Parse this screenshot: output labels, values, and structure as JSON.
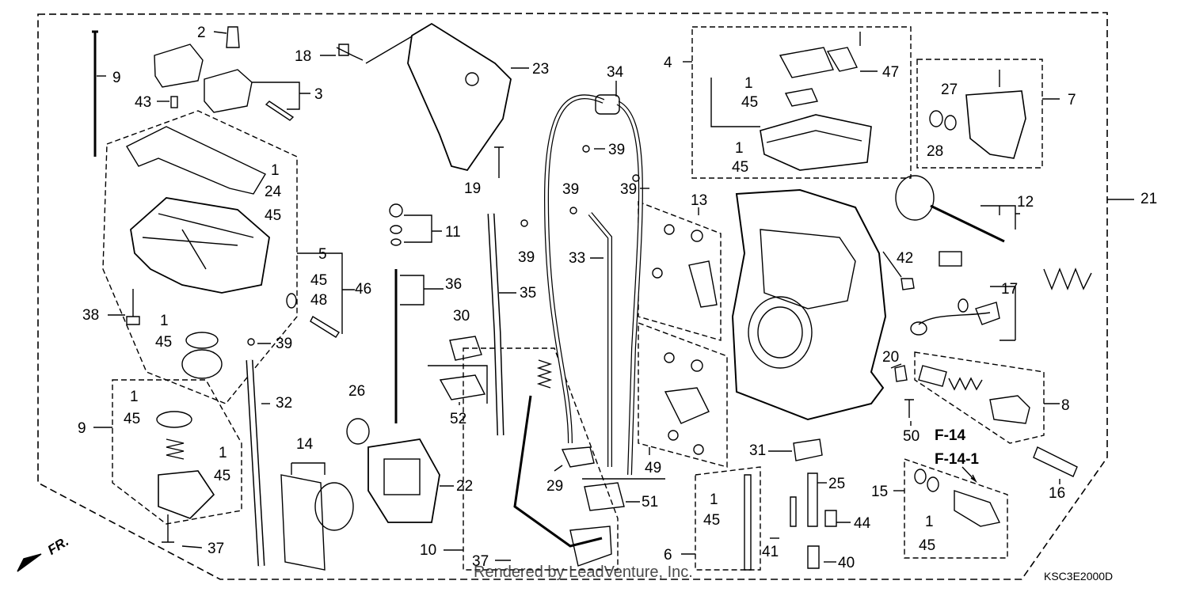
{
  "diagram": {
    "watermark": "Rendered by LeadVenture, Inc.",
    "code": "KSC3E2000D",
    "direction": "FR.",
    "figure_refs": [
      "F-14",
      "F-14-1"
    ],
    "callouts": [
      {
        "id": "c1",
        "text": "2"
      },
      {
        "id": "c2",
        "text": "9"
      },
      {
        "id": "c3",
        "text": "43"
      },
      {
        "id": "c4",
        "text": "3"
      },
      {
        "id": "c5",
        "text": "18"
      },
      {
        "id": "c6",
        "text": "23"
      },
      {
        "id": "c7",
        "text": "34"
      },
      {
        "id": "c8",
        "text": "4"
      },
      {
        "id": "c9",
        "text": "1"
      },
      {
        "id": "c10",
        "text": "45"
      },
      {
        "id": "c11",
        "text": "47"
      },
      {
        "id": "c12",
        "text": "7"
      },
      {
        "id": "c13",
        "text": "27"
      },
      {
        "id": "c14",
        "text": "28"
      },
      {
        "id": "c15",
        "text": "1"
      },
      {
        "id": "c16",
        "text": "45"
      },
      {
        "id": "c17",
        "text": "39"
      },
      {
        "id": "c18",
        "text": "1"
      },
      {
        "id": "c19",
        "text": "24"
      },
      {
        "id": "c20",
        "text": "45"
      },
      {
        "id": "c21",
        "text": "19"
      },
      {
        "id": "c22",
        "text": "39"
      },
      {
        "id": "c23",
        "text": "39"
      },
      {
        "id": "c24",
        "text": "21"
      },
      {
        "id": "c25",
        "text": "13"
      },
      {
        "id": "c26",
        "text": "12"
      },
      {
        "id": "c27",
        "text": "11"
      },
      {
        "id": "c28",
        "text": "39"
      },
      {
        "id": "c29",
        "text": "5"
      },
      {
        "id": "c30",
        "text": "33"
      },
      {
        "id": "c31",
        "text": "42"
      },
      {
        "id": "c32",
        "text": "45"
      },
      {
        "id": "c33",
        "text": "48"
      },
      {
        "id": "c34",
        "text": "46"
      },
      {
        "id": "c35",
        "text": "36"
      },
      {
        "id": "c36",
        "text": "35"
      },
      {
        "id": "c37",
        "text": "17"
      },
      {
        "id": "c38",
        "text": "38"
      },
      {
        "id": "c39",
        "text": "1"
      },
      {
        "id": "c40",
        "text": "45"
      },
      {
        "id": "c41",
        "text": "30"
      },
      {
        "id": "c42",
        "text": "39"
      },
      {
        "id": "c43",
        "text": "20"
      },
      {
        "id": "c44",
        "text": "26"
      },
      {
        "id": "c45",
        "text": "32"
      },
      {
        "id": "c46",
        "text": "1"
      },
      {
        "id": "c47",
        "text": "45"
      },
      {
        "id": "c48",
        "text": "52"
      },
      {
        "id": "c49",
        "text": "8"
      },
      {
        "id": "c50",
        "text": "9"
      },
      {
        "id": "c51",
        "text": "50"
      },
      {
        "id": "c52",
        "text": "14"
      },
      {
        "id": "c53",
        "text": "1"
      },
      {
        "id": "c54",
        "text": "45"
      },
      {
        "id": "c55",
        "text": "31"
      },
      {
        "id": "c56",
        "text": "49"
      },
      {
        "id": "c57",
        "text": "22"
      },
      {
        "id": "c58",
        "text": "29"
      },
      {
        "id": "c59",
        "text": "25"
      },
      {
        "id": "c60",
        "text": "15"
      },
      {
        "id": "c61",
        "text": "16"
      },
      {
        "id": "c62",
        "text": "51"
      },
      {
        "id": "c63",
        "text": "1"
      },
      {
        "id": "c64",
        "text": "45"
      },
      {
        "id": "c65",
        "text": "44"
      },
      {
        "id": "c66",
        "text": "1"
      },
      {
        "id": "c67",
        "text": "45"
      },
      {
        "id": "c68",
        "text": "10"
      },
      {
        "id": "c69",
        "text": "6"
      },
      {
        "id": "c70",
        "text": "41"
      },
      {
        "id": "c71",
        "text": "37"
      },
      {
        "id": "c72",
        "text": "37"
      },
      {
        "id": "c73",
        "text": "40"
      }
    ]
  }
}
